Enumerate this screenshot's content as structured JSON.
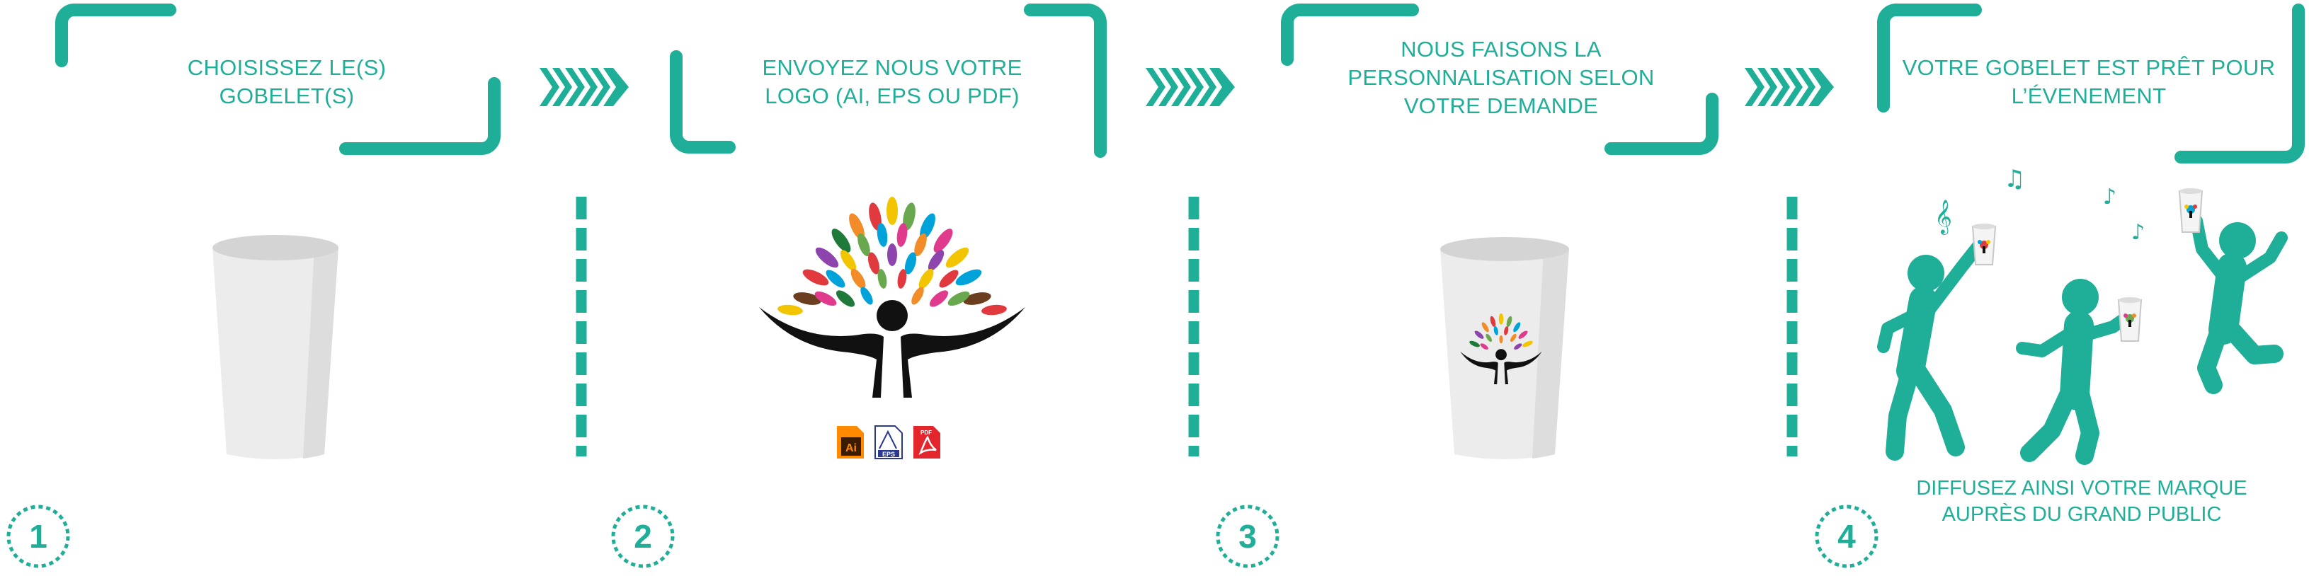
{
  "steps": [
    {
      "title_line1": "CHOISISSEZ LE(S)",
      "title_line2": "GOBELET(S)",
      "number": "1"
    },
    {
      "title_line1": "ENVOYEZ NOUS VOTRE",
      "title_line2": "LOGO (AI, EPS OU PDF)",
      "number": "2"
    },
    {
      "title_line1": "NOUS FAISONS LA",
      "title_line2": "PERSONNALISATION SELON",
      "title_line3": "VOTRE DEMANDE",
      "number": "3"
    },
    {
      "title_line1": "VOTRE GOBELET EST PRÊT POUR",
      "title_line2": "L’ÉVENEMENT",
      "number": "4"
    }
  ],
  "caption": {
    "line1": "DIFFUSEZ AINSI VOTRE MARQUE",
    "line2": "AUPRÈS DU GRAND PUBLIC"
  },
  "file_badges": [
    "Ai",
    "EPS",
    "PDF"
  ],
  "colors": {
    "accent": "#1fae98",
    "cup": "#ececec",
    "logo_dark": "#111111"
  },
  "icons": [
    "chevron-arrow-icon",
    "tree-logo-icon",
    "cup-icon",
    "dancing-person-icon",
    "music-note-icon"
  ]
}
